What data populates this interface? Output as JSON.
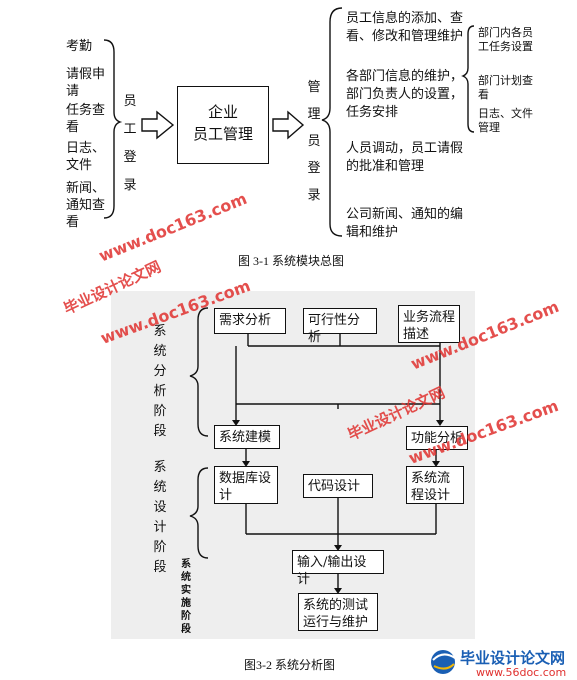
{
  "figure1": {
    "left_items": [
      "考勤",
      "请假申请",
      "任务查看",
      "日志、文件",
      "新闻、通知查看"
    ],
    "left_group_label": "员工登录",
    "center_box": [
      "企业",
      "员工管理"
    ],
    "right_group_label": "管理员登录",
    "right_items": [
      "员工信息的添加、查看、修改和管理维护",
      "各部门信息的维护，部门负责人的设置，任务安排",
      "人员调动，员工请假的批准和管理",
      "公司新闻、通知的编辑和维护"
    ],
    "sub_items": [
      "部门内各员工任务设置",
      "部门计划查看",
      "日志、文件管理"
    ],
    "caption": "图 3-1  系统模块总图"
  },
  "figure2": {
    "stage_analysis": "系统分析阶段",
    "stage_design": "系统设计阶段",
    "stage_impl": "系统实施阶段",
    "boxes": {
      "req": "需求分析",
      "feas": "可行性分析",
      "flow": "业务流程描述",
      "model": "系统建模",
      "func": "功能分析",
      "db": "数据库设计",
      "code": "代码设计",
      "sysflow": "系统流程设计",
      "io": "输入/输出设计",
      "test": "系统的测试运行与维护"
    },
    "caption": "图3-2  系统分析图"
  },
  "watermarks": {
    "site_url": "www.doc163.com",
    "site_cn": "毕业设计论文网",
    "logo_cn": "毕业设计论文网",
    "logo_url": "www.56doc.com"
  },
  "colors": {
    "watermark": "#e0312f",
    "figure_bg": "#eeeeee",
    "logo_blue": "#1a5fb4"
  }
}
